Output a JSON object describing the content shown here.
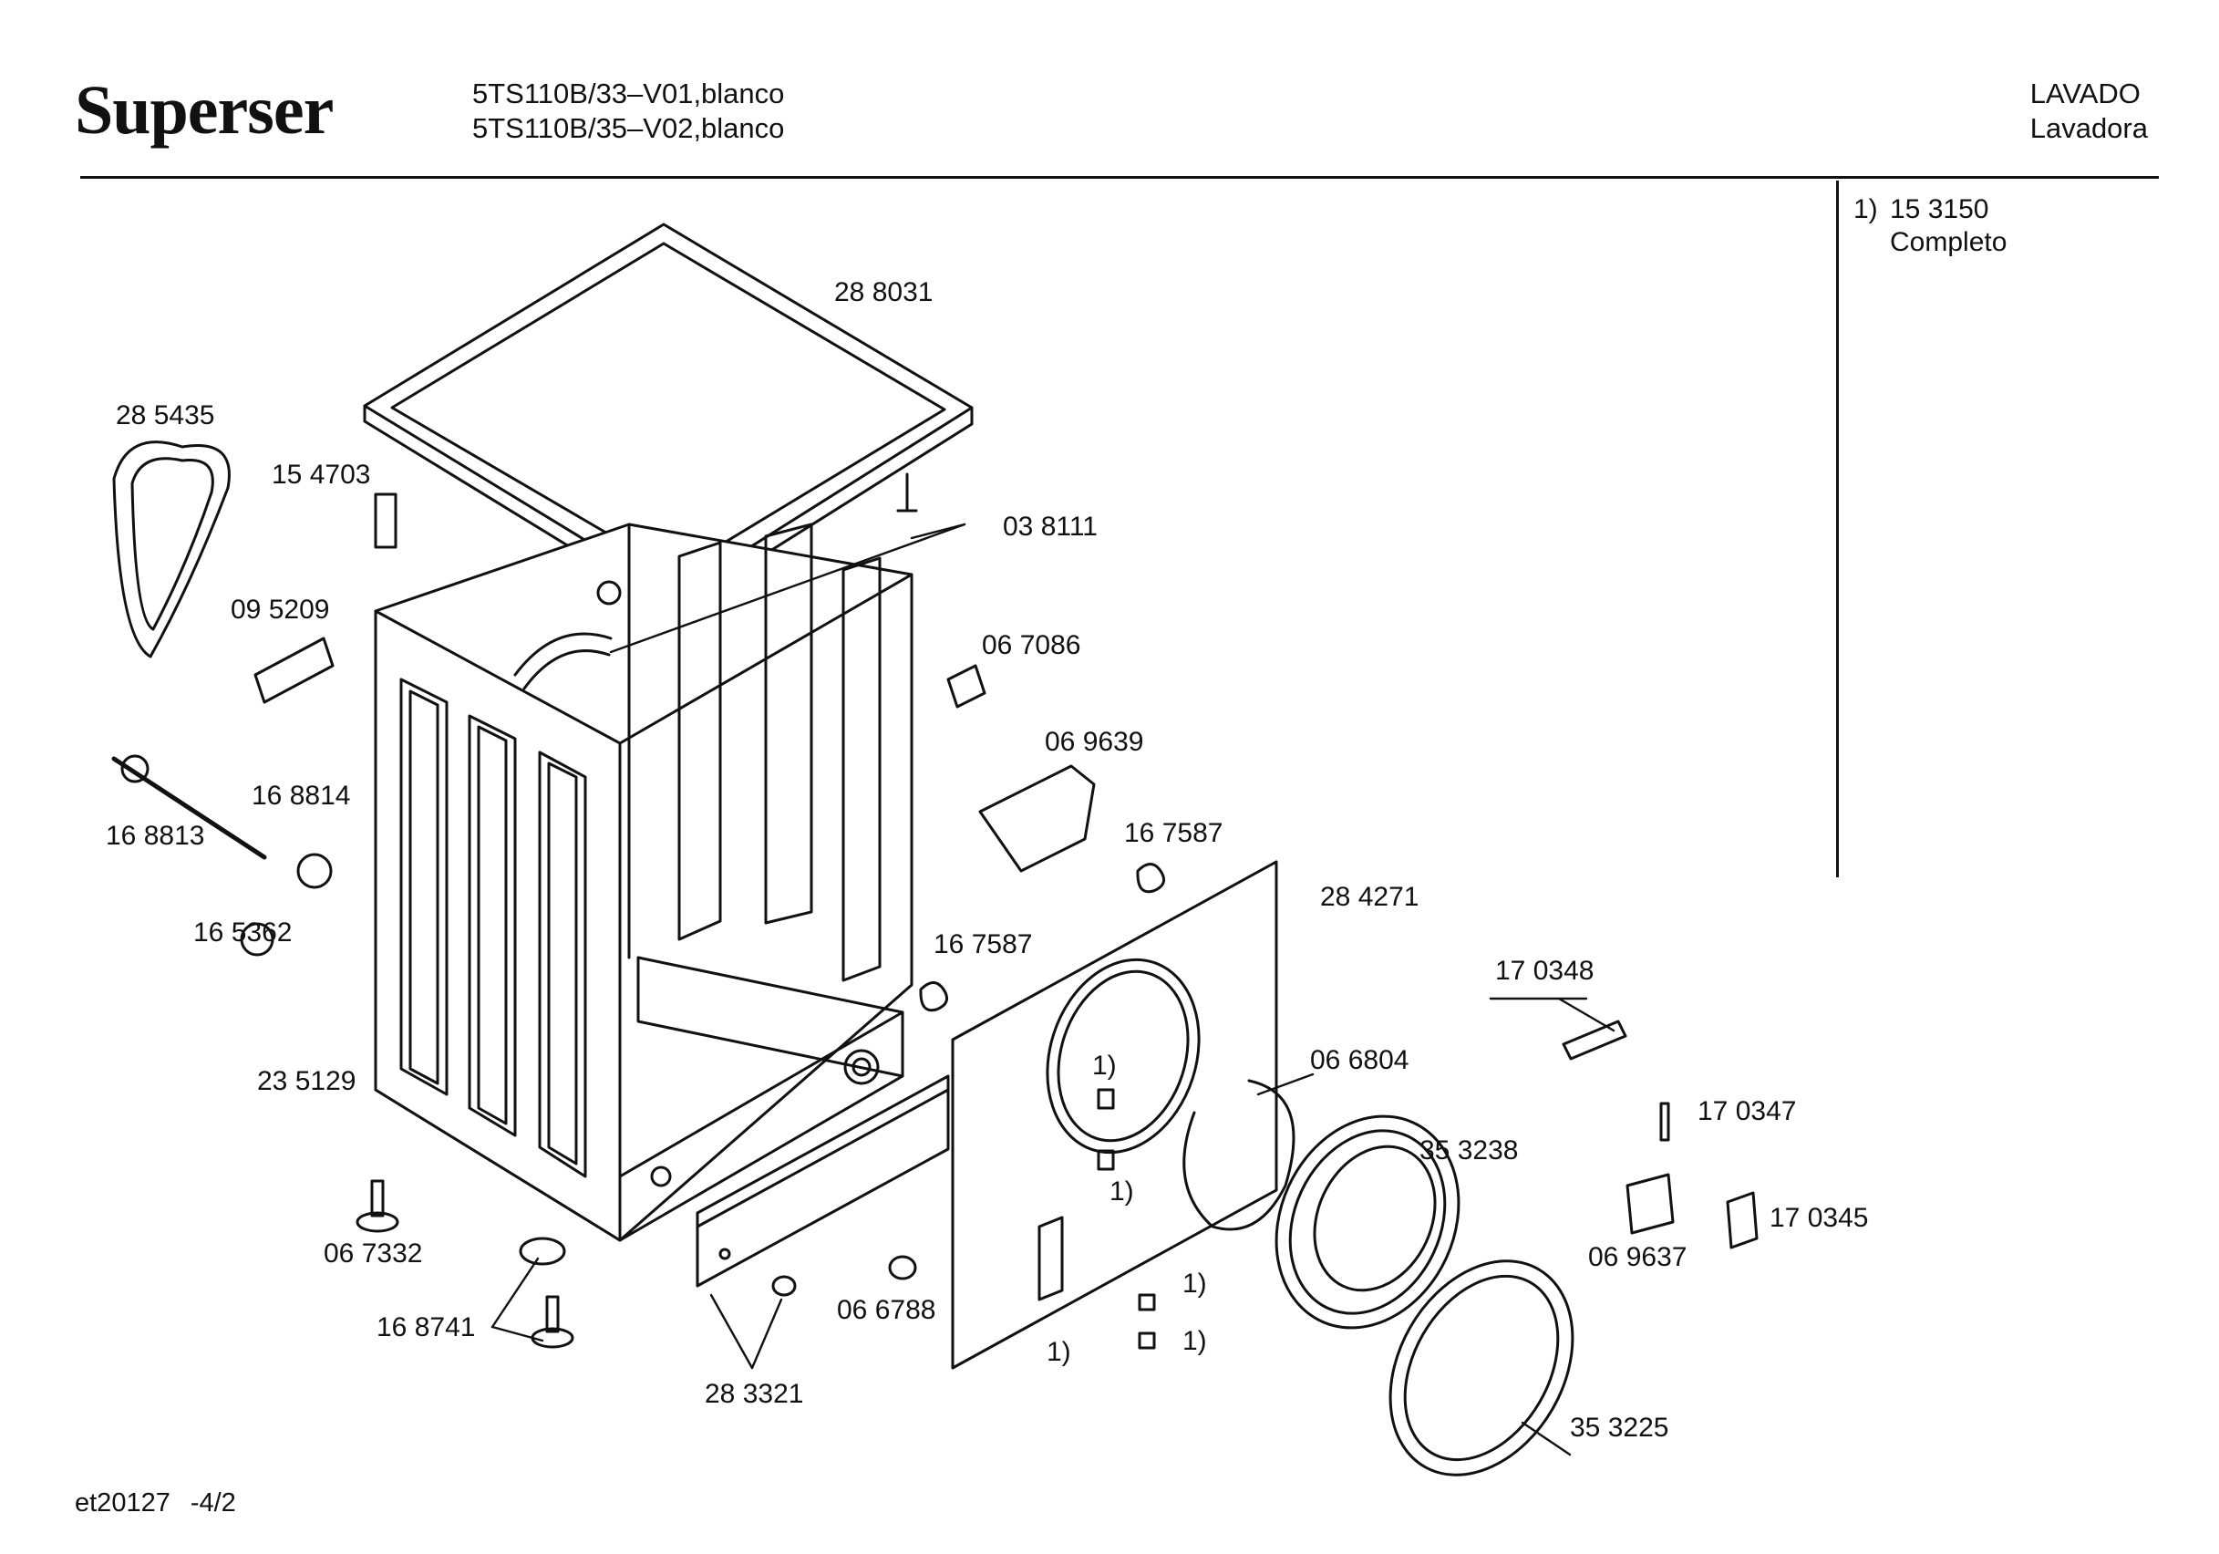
{
  "header": {
    "brand": "Superser",
    "models": [
      "5TS110B/33–V01,blanco",
      "5TS110B/35–V02,blanco"
    ],
    "category": [
      "LAVADO",
      "Lavadora"
    ]
  },
  "note": {
    "marker": "1)",
    "part": "15 3150",
    "desc": "Completo"
  },
  "parts": [
    "28 8031",
    "28 5435",
    "15 4703",
    "03 8111",
    "09 5209",
    "06 7086",
    "06 9639",
    "16 8814",
    "16 8813",
    "16 5362",
    "16 7587",
    "16 7587",
    "28 4271",
    "17 0348",
    "06 6804",
    "23 5129",
    "1)",
    "17 0347",
    "35 3238",
    "1)",
    "17 0345",
    "06 9637",
    "06 7332",
    "1)",
    "16 8741",
    "06 6788",
    "1)",
    "1)",
    "28 3321",
    "35 3225"
  ],
  "footer": {
    "code": "et20127",
    "page": "-4/2"
  }
}
